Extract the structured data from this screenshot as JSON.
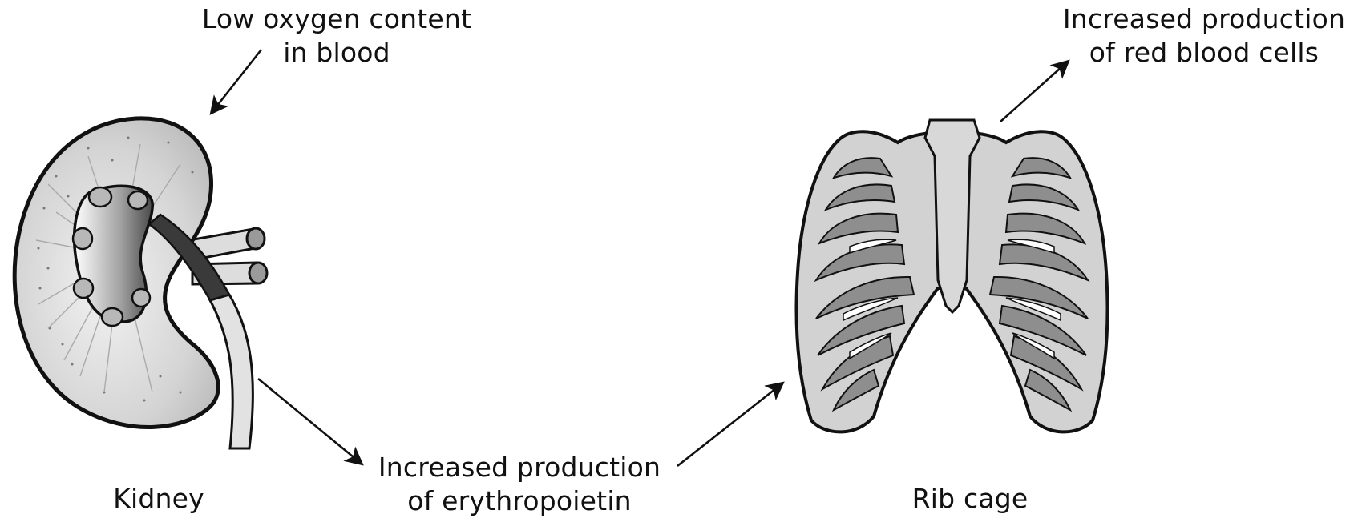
{
  "labels": {
    "low_oxygen": [
      "Low oxygen content",
      "in blood"
    ],
    "red_blood_cells": [
      "Increased production",
      "of red blood cells"
    ],
    "erythropoietin": [
      "Increased production",
      "of erythropoietin"
    ],
    "kidney": "Kidney",
    "rib_cage": "Rib cage"
  },
  "colors": {
    "ink": "#111111",
    "bone": "#cfcfcf",
    "bone_dark": "#8e8e8e",
    "kidney_fill": "#d6d6d6",
    "kidney_inner": "#9a9a9a"
  },
  "flow": [
    {
      "from": "Low oxygen content in blood",
      "to": "Kidney"
    },
    {
      "from": "Kidney",
      "to": "Increased production of erythropoietin"
    },
    {
      "from": "Increased production of erythropoietin",
      "to": "Rib cage"
    },
    {
      "from": "Rib cage",
      "to": "Increased production of red blood cells"
    }
  ]
}
